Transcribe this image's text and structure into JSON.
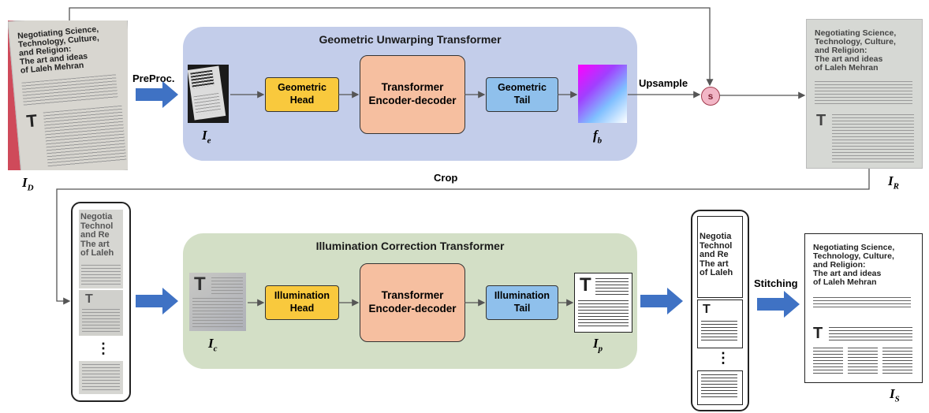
{
  "stage1": {
    "title": "Geometric Unwarping Transformer",
    "head_label": "Geometric\nHead",
    "encoder_label": "Transformer\nEncoder-decoder",
    "tail_label": "Geometric\nTail",
    "preproc": "PreProc.",
    "upsample": "Upsample",
    "stitch_symbol": "s",
    "crop": "Crop"
  },
  "stage2": {
    "title": "Illumination Correction Transformer",
    "head_label": "Illumination\nHead",
    "encoder_label": "Transformer\nEncoder-decoder",
    "tail_label": "Illumination\nTail",
    "stitching": "Stitching"
  },
  "symbols": {
    "ID": {
      "base": "I",
      "sub": "D"
    },
    "Ie": {
      "base": "I",
      "sub": "e"
    },
    "fb": {
      "base": "f",
      "sub": "b"
    },
    "IR": {
      "base": "I",
      "sub": "R"
    },
    "Ic": {
      "base": "I",
      "sub": "c"
    },
    "Ip": {
      "base": "I",
      "sub": "p"
    },
    "IS": {
      "base": "I",
      "sub": "S"
    }
  },
  "document": {
    "heading_full": "Negotiating Science,\nTechnology, Culture,\nand Religion:\nThe art and ideas\nof Laleh Mehran",
    "heading_crop": "Negotia\nTechnol\nand Re\nThe art\nof Laleh",
    "dropcap": "T",
    "ellipsis": "⋮"
  },
  "colors": {
    "panel_blue": "#c3cdea",
    "panel_green": "#d3dfc6",
    "head": "#f9c93d",
    "tail": "#8fc0ec",
    "encoder": "#f6bfa0",
    "arrow_fill": "#3f72c4",
    "stitch_node": "#f2b6c6"
  }
}
